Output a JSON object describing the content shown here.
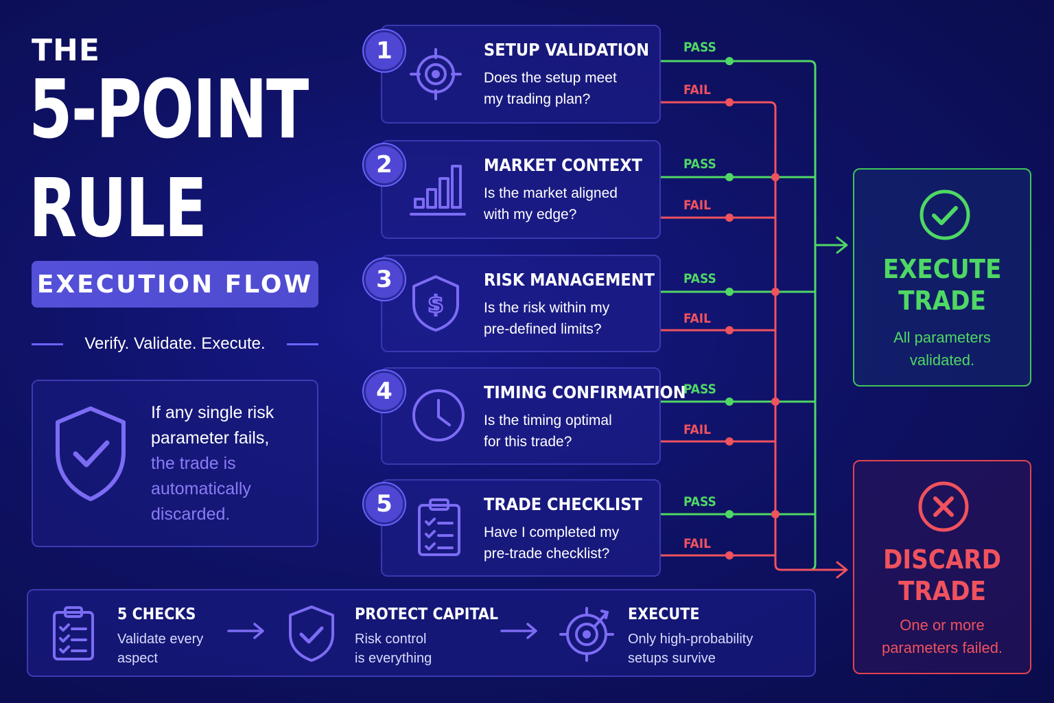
{
  "title": {
    "line1": "THE",
    "line2": "5-POINT",
    "line3": "RULE"
  },
  "subtitle_pill": "EXECUTION FLOW",
  "tagline": "Verify. Validate. Execute.",
  "rule_note": {
    "white_lines": [
      "If any single risk",
      "parameter fails,"
    ],
    "purple_lines": [
      "the trade is",
      "automatically",
      "discarded."
    ]
  },
  "steps": [
    {
      "num": "1",
      "title": "SETUP VALIDATION",
      "q1": "Does the setup meet",
      "q2": "my trading plan?",
      "icon": "target-icon",
      "pass": "PASS",
      "fail": "FAIL"
    },
    {
      "num": "2",
      "title": "MARKET CONTEXT",
      "q1": "Is the market aligned",
      "q2": "with my edge?",
      "icon": "bar-chart-icon",
      "pass": "PASS",
      "fail": "FAIL"
    },
    {
      "num": "3",
      "title": "RISK MANAGEMENT",
      "q1": "Is the risk within my",
      "q2": "pre-defined limits?",
      "icon": "dollar-shield-icon",
      "pass": "PASS",
      "fail": "FAIL"
    },
    {
      "num": "4",
      "title": "TIMING CONFIRMATION",
      "q1": "Is the timing optimal",
      "q2": "for this trade?",
      "icon": "clock-icon",
      "pass": "PASS",
      "fail": "FAIL"
    },
    {
      "num": "5",
      "title": "TRADE CHECKLIST",
      "q1": "Have I completed my",
      "q2": "pre-trade checklist?",
      "icon": "clipboard-icon",
      "pass": "PASS",
      "fail": "FAIL"
    }
  ],
  "outcomes": {
    "execute": {
      "title1": "EXECUTE",
      "title2": "TRADE",
      "sub1": "All parameters",
      "sub2": "validated."
    },
    "discard": {
      "title1": "DISCARD",
      "title2": "TRADE",
      "sub1": "One or more",
      "sub2": "parameters failed."
    }
  },
  "bottom": [
    {
      "title": "5 CHECKS",
      "d1": "Validate every",
      "d2": "aspect"
    },
    {
      "title": "PROTECT CAPITAL",
      "d1": "Risk control",
      "d2": "is everything"
    },
    {
      "title": "EXECUTE",
      "d1": "Only high-probability",
      "d2": "setups survive"
    }
  ],
  "colors": {
    "pass": "#4fd864",
    "fail": "#f0525e",
    "accent": "#6a64ff",
    "background": "#0f1266"
  }
}
